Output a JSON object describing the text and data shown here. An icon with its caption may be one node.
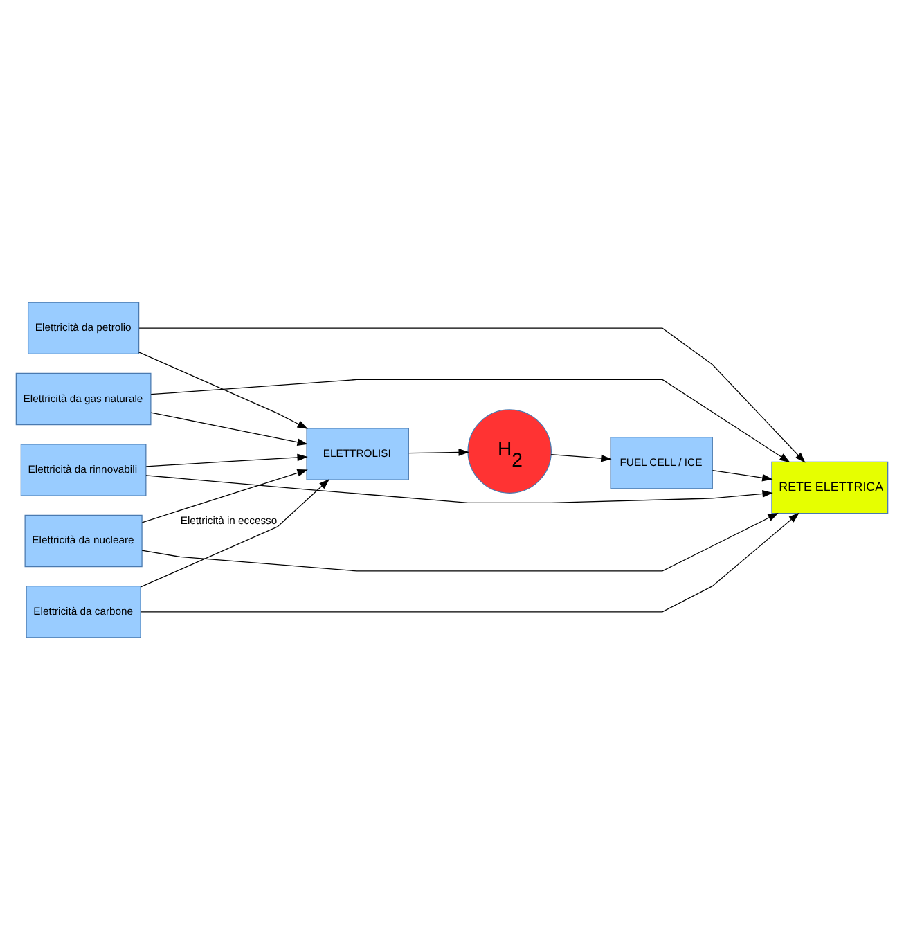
{
  "diagram": {
    "nodes": [
      {
        "text": [
          "Elettricità da gas naturale"
        ]
      },
      {
        "text": [
          "Elettricità da petrolio"
        ]
      },
      {
        "text": [
          "Elettricità da carbone"
        ]
      },
      {
        "text": [
          "Elettricità da nucleare"
        ]
      },
      {
        "text": [
          "Elettricità da rinnovabili"
        ]
      },
      {
        "text": [
          "ELETTROLISI"
        ]
      },
      {
        "text": [
          "H$_{2}$"
        ]
      },
      {
        "text": [
          "FUEL CELL / ICE"
        ]
      },
      {
        "text": [
          "RETE ELETTRICA"
        ]
      }
    ],
    "edges": [
      {
        "from": 0,
        "to": 8,
        "arrow": "to"
      },
      {
        "from": 1,
        "to": 8,
        "arrow": "to"
      },
      {
        "from": 2,
        "to": 8,
        "arrow": "to"
      },
      {
        "from": 3,
        "to": 8,
        "arrow": "to"
      },
      {
        "from": 4,
        "to": 8,
        "arrow": "to"
      },
      {
        "from": 0,
        "to": 5,
        "arrow": "to"
      },
      {
        "from": 1,
        "to": 5,
        "arrow": "to"
      },
      {
        "from": 2,
        "to": 5,
        "arrow": "to",
        "label": "Elettricità in eccesso"
      },
      {
        "from": 3,
        "to": 5,
        "arrow": "to"
      },
      {
        "from": 4,
        "to": 5,
        "arrow": "to"
      },
      {
        "from": 5,
        "to": 6,
        "arrow": "to"
      },
      {
        "from": 6,
        "to": 7,
        "arrow": "to"
      },
      {
        "from": 7,
        "to": 8,
        "arrow": "to"
      }
    ]
  }
}
